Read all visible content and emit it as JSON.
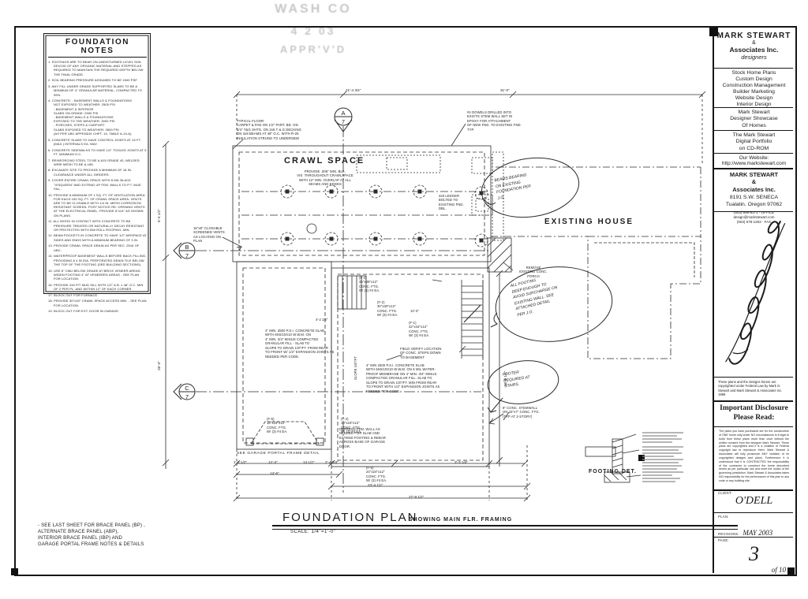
{
  "stamp": {
    "line1": "WASH CO",
    "line2": "4 2 03",
    "line3": "APPR'V'D"
  },
  "notes": {
    "title": "FOUNDATION NOTES",
    "items": [
      "1.  FOOTINGS ARE TO BEAR ON UNDISTURBED LEVEL SOIL DEVOID OF ANY ORGANIC MATERIAL AND STEPPED AS REQUIRED TO MAINTAIN THE REQUIRED DEPTH BELOW THE FINAL GRADE.",
      "2.  SOIL BEARING PRESSURE ASSUMED TO BE 1500 PSF.",
      "3.  ANY FILL UNDER GRADE SUPPORTED SLABS TO BE A MINIMUM OF 4\" GRANULAR MATERIAL, COMPACTED TO 95%.",
      "4.  CONCRETE:  - BASEMENT WALLS & FOUNDATIONS\n NOT EXPOSED TO WEATHER:          2500 PSI\n- BASEMENT & INTERIOR\n SLABS ON GRADE:                  2500 PSI\n- BASEMENT WALLS & FOUNDATIONS\n EXPOSED TO THE WEATHER:          3000 PSI\n- PORCHES, STEPS & CARPORT\n SLABS EXPOSED TO WEATHER:        3500 PSI\n(AS PER UBC APPENDIX CHPT. 19, TABLE A-19-A)",
      "5.  CONCRETE SLABS TO HAVE CONTROL JOINTS AT 15 FT. (MAX.) INTERVALS EA. WAY.",
      "6.  CONCRETE SIDEWALKS TO HAVE 1/2\" TOOLED JOINTS AT 5 FT. MINIMUM O.C.",
      "7.  REINFORCING STEEL TO BE A-615 GRADE 40, WELDED WIRE MESH TO BE A-185.",
      "8.  EXCAVATE SITE TO PROVIDE A MINIMUM OF 18 IN. CLEARANCE UNDER ALL GIRDERS.",
      "9.  COVER ENTIRE CRAWL SPACE WITH 6 MIL BLACK \"VISQUEEN\" AND EXTEND UP FDN. WALLS TO P.T. MUD SILL.",
      "10. PROVIDE A MINIMUM OF 1 SQ. FT. OF VENTILATION AREA FOR EACH 150 SQ. FT. OF CRAWL SPACE AREA. VENTS ARE TO BE CLOSABLE WITH 1/4 IN. MESH CORROSION RESISTANT SCREEN. POST NOTICE RE: OPENING VENTS AT THE ELECTRICAL PANEL. PROVIDE 6\"x14\" AS SHOWN ON PLANS.",
      "11. ALL WOOD IN CONTACT WITH CONCRETE TO BE PRESSURE TREATED OR NATURALLY DECAY RESISTANT OR PROTECTED WITH 55# ROLL ROOFING, MIN.",
      "12. BEAM POCKETS IN CONCRETE TO HAVE 1/2\" AIRSPACE AT SIDES AND ENDS WITH A MINIMUM BEARING OF 3 IN.",
      "13. PROVIDE CRAWL SPACE DRAIN AS PER SEC. 2516 OF UBC.",
      "14. WATERPROOF BASEMENT WALLS BEFORE BACK FILLING, PROVIDING A 4 IN DIA. PERFORATED DRAIN TILE BELOW THE TOP OF THE FOOTING (SEE BUILDING SECTIONS).",
      "15. USE 6\" CMU BELOW GRADE AT BRICK VENEER AREAS. WIDEN FOOTING 4\" AT VENEERED AREAS - SEE PLAN FOR LOCATION.",
      "16. PROVIDE 2x6 P/T MUD SILL WITH 1/2\" A.B. x 48\" O.C. MIN OF 2 PER PL. AND WITHIN 12\" OF EACH CORNER.",
      "17. BLOCK OUT FOR FURNACE.",
      "18. PROVIDE 30\"x30\" CRAWL SPACE ACCESS MIN. - SEE PLAN FOR LOCATION.",
      "19. BLOCK OUT FOR EXT. DOOR IN GARAGE."
    ]
  },
  "plan": {
    "labels": {
      "typical_floor": "TYPICAL FLOOR:\nCARPET & PAD ON 1/2\" PART. BD. ON\n3/4\" T&G SHTG. ON 2x6 T & G DECKING\nON 4x8 BEAMS AT 48\" O.C. WITH R-25\nINSULATION STRUNG TO UNDERSIDE",
      "dowels": "#4 DOWELS DRILLED INTO\nEXISTG STEM WALL SET IN\nEPOXY FOR ATTACHMENT\nOF NEW FND. TO EXISTING FND.\nTYP.",
      "crawl_space": "CRAWL SPACE",
      "crawl_note": "PROVIDE .006\" MIN. BLK.\nVIS. THROUGHOUT CRAWLSPACE\nWITH 12\" MIN. OVERLAP AT ALL\nSEAMS AND EDGES",
      "ledger": "4x8 LEDGER\nBOLTED TO\nEXISTING FND.\nDBL.",
      "existing_house": "EXISTING HOUSE",
      "vents": "16\"x8\" CLOSABLE\nSCREENED VENTS\nAS LOCATED ON\nPLAN",
      "stemwall": "8\" CONC. STEMWALL\nON 15\"x7\" CONC. FTG.\n(TYP AT 2-STORY)",
      "f1": "(F-1)\n42\"x42\"x12\"\nCONC. FTG.\nW/ (3) #4 EA.",
      "f2": "(F-2)\n30\"x30\"x12\"\nCONC. FTG.\nW/ (3) #4 EA.",
      "f3": "(F-3)\n36\"x36\"x12\"\nCONC. FTG.\nW/ (3) #4 EA.",
      "f4": "(F-4)\n18\"x18\"x12\"\nCONC. FTG.\nW/ (3) #4 EA.",
      "f5": "(F-5)\n18\"x18\"x12\"\nCONC. FTG.\nW/ (3) #4 EA.",
      "f6": "(F-6)\n24\"x24\"x12\"\nCONC. FTG.\nW/ (3) #4 EA.",
      "field_verify": "FIELD VERIFY LOCATION\nOF CONC. STEPS DOWN\nTO BASEMENT",
      "slab_note": "4\" MIN 2500 P.S.I. CONCRETE SLAB\nWITH 6X6/10X10 W.W.M. ON 6 MIL WATER-\nPROOF MEMBRANE ON 4\" MIN. 3/4\" MINUS\nCOMPACTED GRANULAR FILL.  SLAB TO\nSLOPE TO DRAIN 1/8\"/FT. MIN FROM REAR\nTO FRONT WITH 1/2\" EXPANSION JOINTS AS\nNEEDED PER CODE.",
      "garage_slab": "4\" MIN. 3500 P.S.I. CONCRETE SLAB\nWITH 6X6/10X10 W.W.M. ON\n4\" MIN. 3/4\" MINUS COMPACTED\nGRANULAR FILL - SLAB TO\nSLOPE TO DRAIN 1/8\"/FT. FROM REAR\nTO FRONT W/ 1/2\" EXPANSION JOINTS AS\nNEEDED PER CODE.",
      "slope": "SLOPE 1/8\"/FT",
      "portal": "SEE GARAGE PORTAL FRAME DETAIL",
      "depress": "DEPRESS FDN. WALL AS\nNEEDED FOR SLAB AND\nEXTEND FOOTING & REBAR\nACROSS BASE OF GARAGE\nDOOR.",
      "remove_porch": "REMOVE\nEXISTING CONC.\nPORCH",
      "footing_det": "FOOTING DET."
    },
    "clouds": {
      "c1": "BEAMS  BEARING\nON  EXISTING\nFOUNDATION  PER\nJ.O.",
      "c2": "ALL  FOOTING\nDEEP  ENOUGH  TO\nAVOID  SURCHARGE  ON\nEXISTING  WALL.  SEE\nATTACHED  DETAIL\nPER  J.O.",
      "c3": "FOOTER\nREQUIRED  AT\nSTAIRS."
    },
    "dims": {
      "top1": "21'-4 3/4\"",
      "top2": "31'-0\"",
      "b1a": "1'-3 1/2\"",
      "b1b": "12'-3\"",
      "b1c": "13 1/2\"",
      "b1d": "2'-4 3/4\"",
      "b1e": "3'-3 1/4\"",
      "b2": "14'-6\"",
      "b3": "23'-4 1/2\"",
      "b4": "27'-9 1/2\"",
      "left1": "5'-4 1/2\"",
      "left2": "26'-3\"",
      "right1": "16'-9 1/2\"",
      "dim_f3": "4'-2 1/2\"",
      "dim_mid": "12'-3\""
    },
    "markers": {
      "a": {
        "letter": "A",
        "num": "7"
      },
      "b": {
        "letter": "B",
        "num": "7"
      },
      "c": {
        "letter": "C",
        "num": "7"
      }
    },
    "footer": {
      "title": "FOUNDATION PLAN",
      "subtitle": "SHOWING MAIN FLR. FRAMING",
      "scale": "SCALE: 1/4\"=1'-0\""
    }
  },
  "bottom_note": "- SEE LAST SHEET FOR BRACE PANEL (BP) ,\n  ALTERNATE BRACE PANEL (ABP),\n  INTERIOR BRACE PANEL (IBP)  AND\n  GARAGE PORTAL FRAME NOTES & DETAILS",
  "title_block": {
    "firm1": "MARK STEWART",
    "amp": "&",
    "firm2": "Associates Inc.",
    "tagline": "designers",
    "services": [
      "Stock Home Plans",
      "Custom Design",
      "Construction Management",
      "Builder Marketing",
      "Website Design",
      "Interior Design"
    ],
    "showcase": "Mark Stewart\nDesigner Showcase\nOf Homes",
    "portfolio": "The Mark Stewart\nDigital Portfolio\non CD-ROM",
    "website_label": "Our Website:",
    "website_url": "http://www.markstewart.com",
    "addr_firm": "MARK STEWART\n&\nAssociates Inc.",
    "address": "8191 S.W. SENECA\nTualatin, Oregon 97062",
    "contact": "(503) 699-8371 - OFFICE\ndesign@markstewart.com\n(503) 678-1253 - FAX",
    "copyright": "These plans and the designs herein are copyrighted under Federal Law by  Mark G. Stewart and Mark Stewart & Associates Inc. 1996",
    "disclosure_title": "Important Disclosure\nPlease Read:",
    "disclosure_body": "The plans you have purchased are for the construction of ONE home only under NO circumstances is it legal to build from these plans more than once without the written consent from the designer Mark Stewart. These plans are copyrighted and it is a violation of Federal copyright law to reproduce them. Mark Stewart & Associates will fully prosecute ANY violation of its copyrighted designs and plans. Furthermore it is understood that it is CONTRACTED the responsibility of the contractor to construct the home described herein as per particular use and meet the codes of the governing jurisdiction. Mark Stewart & Associates takes NO responsibility for the performance of this plan to any code or any building site.",
    "client_label": "CLIENT:",
    "client": "O'DELL",
    "plan_label": "PLAN:",
    "revisions_label": "REVISIONS:",
    "revisions": "MAY 2003",
    "page_label": "PAGE:",
    "page": "3",
    "page_of": "of 10"
  }
}
